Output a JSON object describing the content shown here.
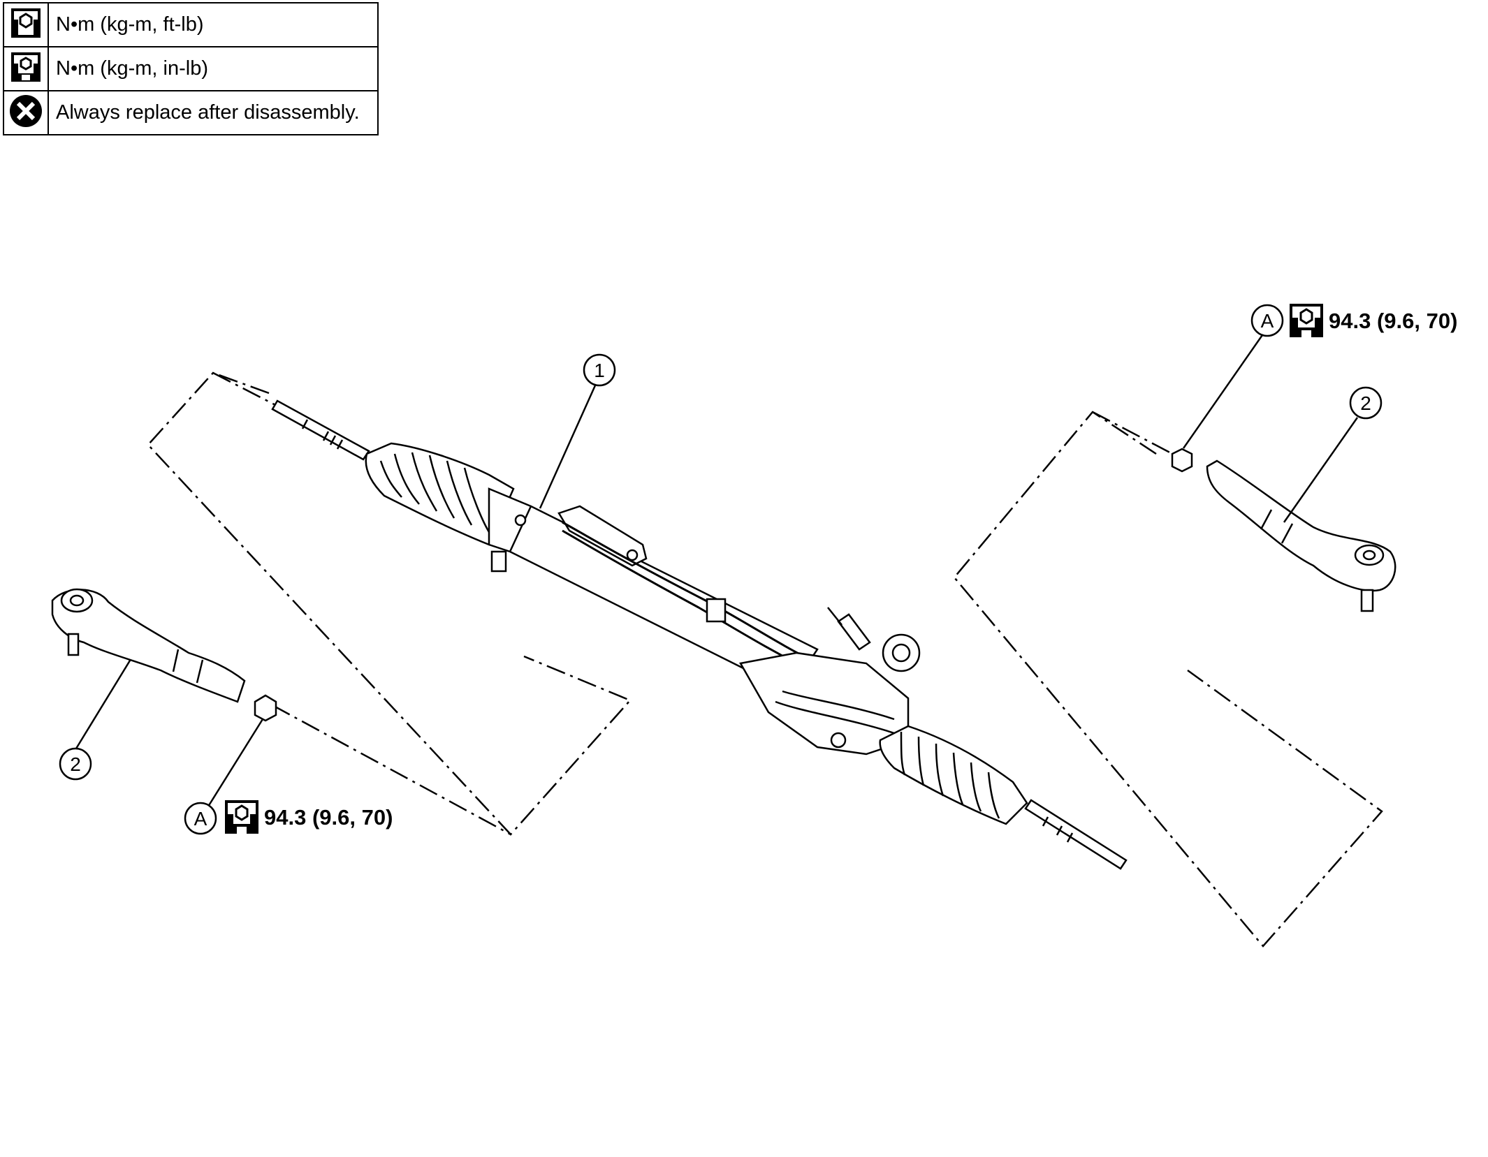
{
  "legend": [
    {
      "icon": "torque-wrench-ft-lb-icon",
      "text": "N•m (kg-m, ft-lb)"
    },
    {
      "icon": "torque-wrench-in-lb-icon",
      "text": "N•m (kg-m, in-lb)"
    },
    {
      "icon": "always-replace-icon",
      "text": "Always replace after disassembly."
    }
  ],
  "callouts": {
    "part1": "1",
    "part2_right": "2",
    "part2_left": "2",
    "fastener_right": "A",
    "fastener_left": "A"
  },
  "torque": {
    "right": "94.3 (9.6, 70)",
    "left": "94.3 (9.6, 70)"
  }
}
